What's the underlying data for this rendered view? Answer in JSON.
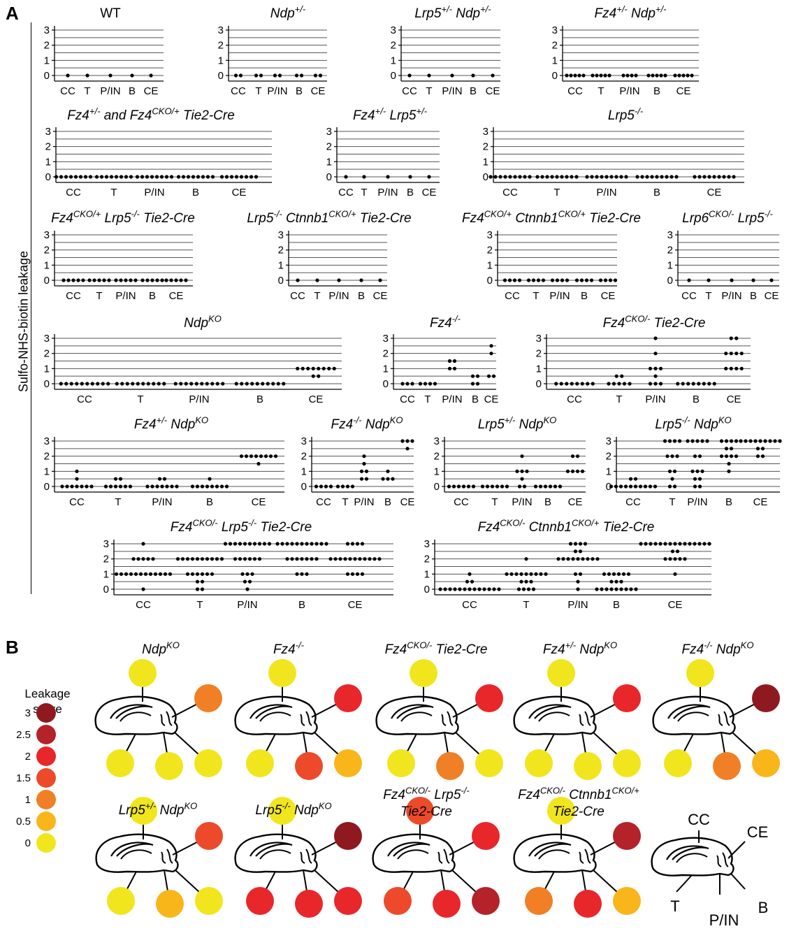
{
  "panel_labels": {
    "a": "A",
    "b": "B"
  },
  "ylabel": "Sulfo-NHS-biotin leakage",
  "chart_data": [
    {
      "type": "scatter",
      "title": [
        "WT"
      ],
      "yticks": [
        0,
        1,
        2,
        3
      ],
      "xlabels": [
        "CC",
        "T",
        "P/IN",
        "B",
        "CE"
      ],
      "groups": [
        [
          0
        ],
        [
          0
        ],
        [
          0
        ],
        [
          0
        ],
        [
          0
        ]
      ]
    },
    {
      "type": "scatter",
      "title": [
        "Ndp+/-"
      ],
      "yticks": [
        0,
        1,
        2,
        3
      ],
      "xlabels": [
        "CC",
        "T",
        "P/IN",
        "B",
        "CE"
      ],
      "groups": [
        [
          0,
          0
        ],
        [
          0,
          0
        ],
        [
          0,
          0
        ],
        [
          0,
          0
        ],
        [
          0,
          0
        ]
      ]
    },
    {
      "type": "scatter",
      "title": [
        "Lrp5+/- Ndp+/-"
      ],
      "yticks": [
        0,
        1,
        2,
        3
      ],
      "xlabels": [
        "CC",
        "T",
        "P/IN",
        "B",
        "CE"
      ],
      "groups": [
        [
          0
        ],
        [
          0
        ],
        [
          0
        ],
        [
          0
        ],
        [
          0
        ]
      ]
    },
    {
      "type": "scatter",
      "title": [
        "Fz4+/- Ndp+/-"
      ],
      "yticks": [
        0,
        1,
        2,
        3
      ],
      "xlabels": [
        "CC",
        "T",
        "P/IN",
        "B",
        "CE"
      ],
      "groups": [
        [
          0,
          0,
          0,
          0,
          0
        ],
        [
          0,
          0,
          0,
          0,
          0
        ],
        [
          0,
          0,
          0,
          0
        ],
        [
          0,
          0,
          0,
          0,
          0
        ],
        [
          0,
          0,
          0,
          0,
          0
        ]
      ]
    },
    {
      "type": "scatter",
      "title": [
        "Fz4+/- and Fz4CKO/+ Tie2-Cre"
      ],
      "yticks": [
        0,
        1,
        2,
        3
      ],
      "xlabels": [
        "CC",
        "T",
        "P/IN",
        "B",
        "CE"
      ],
      "groups": [
        [
          0,
          0,
          0,
          0,
          0,
          0,
          0,
          0
        ],
        [
          0,
          0,
          0,
          0,
          0,
          0,
          0,
          0
        ],
        [
          0,
          0,
          0,
          0,
          0,
          0,
          0,
          0
        ],
        [
          0,
          0,
          0,
          0,
          0,
          0,
          0,
          0
        ],
        [
          0,
          0,
          0,
          0,
          0,
          0,
          0,
          0
        ]
      ]
    },
    {
      "type": "scatter",
      "title": [
        "Fz4+/- Lrp5+/-"
      ],
      "yticks": [
        0,
        1,
        2,
        3
      ],
      "xlabels": [
        "CC",
        "T",
        "P/IN",
        "B",
        "CE"
      ],
      "groups": [
        [
          0
        ],
        [
          0
        ],
        [
          0
        ],
        [
          0
        ],
        [
          0
        ]
      ]
    },
    {
      "type": "scatter",
      "title": [
        "Lrp5-/-"
      ],
      "yticks": [
        0,
        1,
        2,
        3
      ],
      "xlabels": [
        "CC",
        "T",
        "P/IN",
        "B",
        "CE"
      ],
      "groups": [
        [
          0,
          0,
          0,
          0,
          0,
          0,
          0,
          0,
          0
        ],
        [
          0,
          0,
          0,
          0,
          0,
          0,
          0,
          0,
          0
        ],
        [
          0,
          0,
          0,
          0,
          0,
          0,
          0,
          0,
          0
        ],
        [
          0,
          0,
          0,
          0,
          0,
          0,
          0,
          0,
          0
        ],
        [
          0,
          0,
          0,
          0,
          0,
          0,
          0,
          0,
          0
        ]
      ]
    },
    {
      "type": "scatter",
      "title": [
        "Fz4CKO/+ Lrp5-/- Tie2-Cre"
      ],
      "yticks": [
        0,
        1,
        2,
        3
      ],
      "xlabels": [
        "CC",
        "T",
        "P/IN",
        "B",
        "CE"
      ],
      "groups": [
        [
          0,
          0,
          0,
          0,
          0
        ],
        [
          0,
          0,
          0,
          0,
          0
        ],
        [
          0,
          0,
          0,
          0,
          0
        ],
        [
          0,
          0,
          0,
          0,
          0
        ],
        [
          0,
          0,
          0,
          0,
          0
        ]
      ]
    },
    {
      "type": "scatter",
      "title": [
        "Lrp5-/- Ctnnb1CKO/+ Tie2-Cre"
      ],
      "yticks": [
        0,
        1,
        2,
        3
      ],
      "xlabels": [
        "CC",
        "T",
        "P/IN",
        "B",
        "CE"
      ],
      "groups": [
        [
          0
        ],
        [
          0
        ],
        [
          0
        ],
        [
          0
        ],
        [
          0
        ]
      ]
    },
    {
      "type": "scatter",
      "title": [
        "Fz4CKO/+ Ctnnb1CKO/+ Tie2-Cre"
      ],
      "yticks": [
        0,
        1,
        2,
        3
      ],
      "xlabels": [
        "CC",
        "T",
        "P/IN",
        "B",
        "CE"
      ],
      "groups": [
        [
          0,
          0,
          0,
          0
        ],
        [
          0,
          0,
          0,
          0
        ],
        [
          0,
          0,
          0,
          0
        ],
        [
          0,
          0,
          0,
          0
        ],
        [
          0,
          0,
          0,
          0
        ]
      ]
    },
    {
      "type": "scatter",
      "title": [
        "Lrp6CKO/- Lrp5-/-"
      ],
      "yticks": [
        0,
        1,
        2,
        3
      ],
      "xlabels": [
        "CC",
        "T",
        "P/IN",
        "B",
        "CE"
      ],
      "groups": [
        [
          0
        ],
        [
          0
        ],
        [
          0
        ],
        [
          0
        ],
        [
          0
        ]
      ]
    },
    {
      "type": "scatter",
      "title": [
        "NdpKO"
      ],
      "yticks": [
        0,
        1,
        2,
        3
      ],
      "xlabels": [
        "CC",
        "T",
        "P/IN",
        "B",
        "CE"
      ],
      "groups": [
        [
          0,
          0,
          0,
          0,
          0,
          0,
          0,
          0,
          0,
          0
        ],
        [
          0,
          0,
          0,
          0,
          0,
          0,
          0,
          0,
          0,
          0
        ],
        [
          0,
          0,
          0,
          0,
          0,
          0,
          0,
          0,
          0,
          0
        ],
        [
          0,
          0,
          0,
          0,
          0,
          0,
          0,
          0,
          0,
          0
        ],
        [
          1,
          1,
          1,
          1,
          1,
          1,
          1,
          1,
          0.5,
          0.5
        ]
      ]
    },
    {
      "type": "scatter",
      "title": [
        "Fz4-/-"
      ],
      "yticks": [
        0,
        1,
        2,
        3
      ],
      "xlabels": [
        "CC",
        "T",
        "P/IN",
        "B",
        "CE"
      ],
      "groups": [
        [
          0,
          0,
          0
        ],
        [
          0,
          0,
          0,
          0
        ],
        [
          1.5,
          1.5,
          1,
          1
        ],
        [
          0.5,
          0,
          0,
          0.5
        ],
        [
          2.5,
          2,
          0.5,
          0.5
        ]
      ]
    },
    {
      "type": "scatter",
      "title": [
        "Fz4CKO/- Tie2-Cre"
      ],
      "yticks": [
        0,
        1,
        2,
        3
      ],
      "xlabels": [
        "CC",
        "T",
        "P/IN",
        "B",
        "CE"
      ],
      "groups": [
        [
          0,
          0,
          0,
          0,
          0,
          0,
          0,
          0
        ],
        [
          0.5,
          0.5,
          0,
          0,
          0,
          0,
          0
        ],
        [
          3,
          2,
          1,
          1,
          1,
          0.5,
          0,
          0,
          0
        ],
        [
          0,
          0,
          0,
          0,
          0,
          0,
          0,
          0
        ],
        [
          3,
          3,
          2,
          2,
          2,
          2,
          1,
          1,
          1,
          1
        ]
      ]
    },
    {
      "type": "scatter",
      "title": [
        "Fz4+/- NdpKO"
      ],
      "yticks": [
        0,
        1,
        2,
        3
      ],
      "xlabels": [
        "CC",
        "T",
        "P/IN",
        "B",
        "CE"
      ],
      "groups": [
        [
          1,
          0.5,
          0,
          0,
          0,
          0,
          0,
          0,
          0
        ],
        [
          0.5,
          0.5,
          0,
          0,
          0,
          0,
          0,
          0
        ],
        [
          0.5,
          0.5,
          0,
          0,
          0,
          0,
          0,
          0,
          0
        ],
        [
          0.5,
          0,
          0,
          0,
          0,
          0,
          0,
          0,
          0
        ],
        [
          2,
          2,
          2,
          2,
          2,
          2,
          2,
          2,
          1.5
        ]
      ]
    },
    {
      "type": "scatter",
      "title": [
        "Fz4-/- NdpKO"
      ],
      "yticks": [
        0,
        1,
        2,
        3
      ],
      "xlabels": [
        "CC",
        "T",
        "P/IN",
        "B",
        "CE"
      ],
      "groups": [
        [
          0,
          0,
          0,
          0
        ],
        [
          0,
          0,
          0,
          0
        ],
        [
          2,
          1.5,
          1,
          1,
          0.5,
          0.5
        ],
        [
          1,
          0.5,
          0.5,
          0.5
        ],
        [
          3,
          3,
          3,
          2.5
        ]
      ]
    },
    {
      "type": "scatter",
      "title": [
        "Lrp5+/- NdpKO"
      ],
      "yticks": [
        0,
        1,
        2,
        3
      ],
      "xlabels": [
        "CC",
        "T",
        "P/IN",
        "B",
        "CE"
      ],
      "groups": [
        [
          0,
          0,
          0,
          0,
          0,
          0
        ],
        [
          0,
          0,
          0,
          0,
          0,
          0
        ],
        [
          2,
          1,
          1,
          1,
          0.5,
          0,
          0
        ],
        [
          0,
          0,
          0,
          0,
          0,
          0
        ],
        [
          2,
          2,
          1,
          1,
          1,
          1
        ]
      ]
    },
    {
      "type": "scatter",
      "title": [
        "Lrp5-/- NdpKO"
      ],
      "yticks": [
        0,
        1,
        2,
        3
      ],
      "xlabels": [
        "CC",
        "T",
        "P/IN",
        "B",
        "CE"
      ],
      "groups": [
        [
          0.5,
          0.5,
          0,
          0,
          0,
          0,
          0,
          0,
          0,
          0,
          0,
          0
        ],
        [
          3,
          3,
          3,
          3,
          2,
          2,
          2,
          1,
          1,
          0.5,
          0,
          0
        ],
        [
          3,
          3,
          3,
          3,
          3,
          2,
          2,
          1,
          1,
          1,
          0.5,
          0.5,
          0,
          0
        ],
        [
          3,
          3,
          3,
          3,
          2.5,
          2.5,
          2,
          2,
          2,
          2,
          1.5,
          1
        ],
        [
          3,
          3,
          3,
          3,
          3,
          3,
          3,
          3,
          3,
          2.5,
          2.5,
          2,
          2
        ]
      ]
    },
    {
      "type": "scatter",
      "title": [
        "Fz4CKO/- Lrp5-/- Tie2-Cre"
      ],
      "yticks": [
        0,
        1,
        2,
        3
      ],
      "xlabels": [
        "CC",
        "T",
        "P/IN",
        "B",
        "CE"
      ],
      "groups": [
        [
          3,
          2,
          2,
          2,
          2,
          2,
          1,
          1,
          1,
          1,
          1,
          1,
          1,
          1,
          1,
          1,
          1,
          1,
          0
        ],
        [
          2,
          2,
          2,
          2,
          2,
          2,
          2,
          2,
          2,
          2,
          1,
          1,
          1,
          1,
          1,
          1,
          0.5,
          0.5,
          0,
          0
        ],
        [
          3,
          3,
          3,
          3,
          3,
          3,
          3,
          3,
          3,
          3,
          2,
          2,
          2,
          2,
          2,
          2,
          1,
          1,
          1,
          0.5,
          0.5,
          0
        ],
        [
          3,
          3,
          3,
          3,
          3,
          3,
          3,
          3,
          3,
          3,
          3,
          2,
          2,
          2,
          2,
          2,
          2,
          2,
          1,
          1,
          1
        ],
        [
          3,
          3,
          3,
          3,
          2,
          2,
          2,
          2,
          2,
          2,
          2,
          2,
          2,
          2,
          2,
          1,
          1,
          1,
          1
        ]
      ]
    },
    {
      "type": "scatter",
      "title": [
        "Fz4CKO/- Ctnnb1CKO/+ Tie2-Cre"
      ],
      "yticks": [
        0,
        1,
        2,
        3
      ],
      "xlabels": [
        "CC",
        "T",
        "P/IN",
        "B",
        "CE"
      ],
      "groups": [
        [
          1,
          0.5,
          0.5,
          0,
          0,
          0,
          0,
          0,
          0,
          0,
          0,
          0,
          0,
          0,
          0,
          0
        ],
        [
          2,
          1,
          1,
          1,
          1,
          1,
          1,
          1,
          1,
          1,
          0.5,
          0.5,
          0.5,
          0,
          0,
          0,
          0
        ],
        [
          3,
          3,
          3,
          3,
          2.5,
          2.5,
          2,
          2,
          2,
          2,
          2,
          2,
          2,
          2,
          2,
          1,
          1,
          0.5,
          0
        ],
        [
          1,
          1,
          1,
          1,
          1,
          1,
          0.5,
          0.5,
          0.5,
          0,
          0,
          0,
          0,
          0,
          0,
          0,
          0,
          0
        ],
        [
          3,
          3,
          3,
          3,
          3,
          3,
          3,
          3,
          3,
          3,
          3,
          3,
          3,
          3,
          3,
          2.5,
          2.5,
          2,
          2,
          2,
          2,
          2,
          1
        ]
      ]
    }
  ],
  "brain_panels": [
    {
      "title": [
        "NdpKO"
      ],
      "scores": {
        "CC": 0,
        "CE": 1,
        "T": 0,
        "P/IN": 0,
        "B": 0
      }
    },
    {
      "title": [
        "Fz4-/-"
      ],
      "scores": {
        "CC": 0,
        "CE": 2,
        "T": 0,
        "P/IN": 1.5,
        "B": 0.5
      }
    },
    {
      "title": [
        "Fz4CKO/- Tie2-Cre"
      ],
      "scores": {
        "CC": 0,
        "CE": 2,
        "T": 0,
        "P/IN": 1,
        "B": 0
      }
    },
    {
      "title": [
        "Fz4+/- NdpKO"
      ],
      "scores": {
        "CC": 0,
        "CE": 2,
        "T": 0,
        "P/IN": 0,
        "B": 0
      }
    },
    {
      "title": [
        "Fz4-/- NdpKO"
      ],
      "scores": {
        "CC": 0,
        "CE": 3,
        "T": 0,
        "P/IN": 1,
        "B": 0.5
      }
    },
    {
      "title": [
        "Lrp5+/- NdpKO"
      ],
      "scores": {
        "CC": 0,
        "CE": 1.5,
        "T": 0,
        "P/IN": 0.5,
        "B": 0
      }
    },
    {
      "title": [
        "Lrp5-/- NdpKO"
      ],
      "scores": {
        "CC": 0,
        "CE": 3,
        "T": 2,
        "P/IN": 2,
        "B": 2
      }
    },
    {
      "title": [
        "Fz4CKO/- Lrp5-/-",
        "Tie2-Cre"
      ],
      "scores": {
        "CC": 1.5,
        "CE": 2,
        "T": 1.5,
        "P/IN": 2,
        "B": 2.5
      }
    },
    {
      "title": [
        "Fz4CKO/- Ctnnb1CKO/+",
        "Tie2-Cre"
      ],
      "scores": {
        "CC": 0,
        "CE": 2.5,
        "T": 1,
        "P/IN": 2,
        "B": 0.5
      }
    }
  ],
  "region_key": [
    "CC",
    "CE",
    "T",
    "P/IN",
    "B"
  ],
  "legend": {
    "title": "Leakage\nscore",
    "items": [
      {
        "label": "3",
        "value": 3,
        "color": "#8e1a1f"
      },
      {
        "label": "2.5",
        "value": 2.5,
        "color": "#b4222a"
      },
      {
        "label": "2",
        "value": 2,
        "color": "#e8272a"
      },
      {
        "label": "1.5",
        "value": 1.5,
        "color": "#ec4a2a"
      },
      {
        "label": "1",
        "value": 1,
        "color": "#f07f26"
      },
      {
        "label": "0.5",
        "value": 0.5,
        "color": "#f8b61b"
      },
      {
        "label": "0",
        "value": 0,
        "color": "#f1e61d"
      }
    ]
  }
}
